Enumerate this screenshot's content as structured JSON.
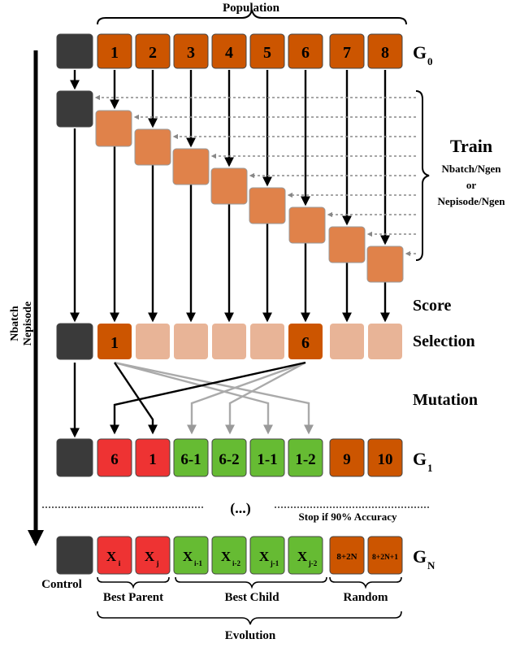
{
  "header": {
    "population_label": "Population"
  },
  "generations": {
    "g0": {
      "cells": [
        "1",
        "2",
        "3",
        "4",
        "5",
        "6",
        "7",
        "8"
      ],
      "label": "G",
      "sub": "0"
    },
    "g1": {
      "cells": [
        "6",
        "1",
        "6-1",
        "6-2",
        "1-1",
        "1-2",
        "9",
        "10"
      ],
      "label": "G",
      "sub": "1"
    },
    "gn": {
      "cells": [
        {
          "main": "X",
          "sub": "i"
        },
        {
          "main": "X",
          "sub": "j"
        },
        {
          "main": "X",
          "sub": "i-1"
        },
        {
          "main": "X",
          "sub": "i-2"
        },
        {
          "main": "X",
          "sub": "j-1"
        },
        {
          "main": "X",
          "sub": "j-2"
        },
        {
          "main": "8+2N",
          "sub": ""
        },
        {
          "main": "8+2N+1",
          "sub": ""
        }
      ],
      "label": "G",
      "sub": "N"
    }
  },
  "selection_row": {
    "cells": [
      "1",
      "",
      "",
      "",
      "",
      "6",
      "",
      ""
    ]
  },
  "labels": {
    "train": "Train",
    "train_sub1": "Nbatch/Ngen",
    "train_sub2": "or",
    "train_sub3": "Nepisode/Ngen",
    "score": "Score",
    "selection": "Selection",
    "mutation": "Mutation",
    "vertical_1": "Nbatch",
    "vertical_2": "Nepisode",
    "ellipsis": "(...)",
    "stop": "Stop if 90% Accuracy",
    "control": "Control",
    "best_parent": "Best Parent",
    "best_child": "Best Child",
    "random": "Random",
    "evolution": "Evolution"
  },
  "colors": {
    "control": "#3a3a3a",
    "population": "#cc5500",
    "train": "#e0824a",
    "faded": "#e8b497",
    "parent_red": "#ee3333",
    "child_green": "#66bb33",
    "gray_arrow": "#aaaaaa"
  }
}
